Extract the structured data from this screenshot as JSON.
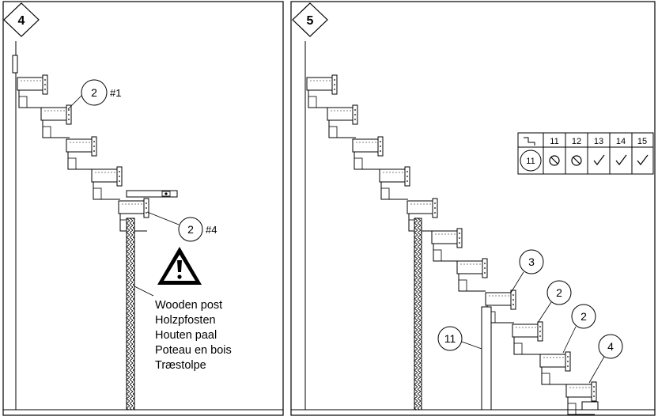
{
  "panel_left": {
    "step_number": "4",
    "callouts": [
      {
        "num": "2",
        "suffix": "#1"
      },
      {
        "num": "2",
        "suffix": "#4"
      }
    ],
    "warning_lines": [
      "Wooden post",
      "Holzpfosten",
      "Houten paal",
      "Poteau en bois",
      "Træstolpe"
    ]
  },
  "panel_right": {
    "step_number": "5",
    "callouts": [
      {
        "num": "3"
      },
      {
        "num": "2"
      },
      {
        "num": "2"
      },
      {
        "num": "4"
      },
      {
        "num": "11"
      }
    ],
    "table": {
      "headers": [
        "11",
        "12",
        "13",
        "14",
        "15"
      ],
      "row_part": "11",
      "row_marks": [
        "not-allowed-icon",
        "not-allowed-icon",
        "check-icon",
        "check-icon",
        "check-icon"
      ]
    }
  }
}
